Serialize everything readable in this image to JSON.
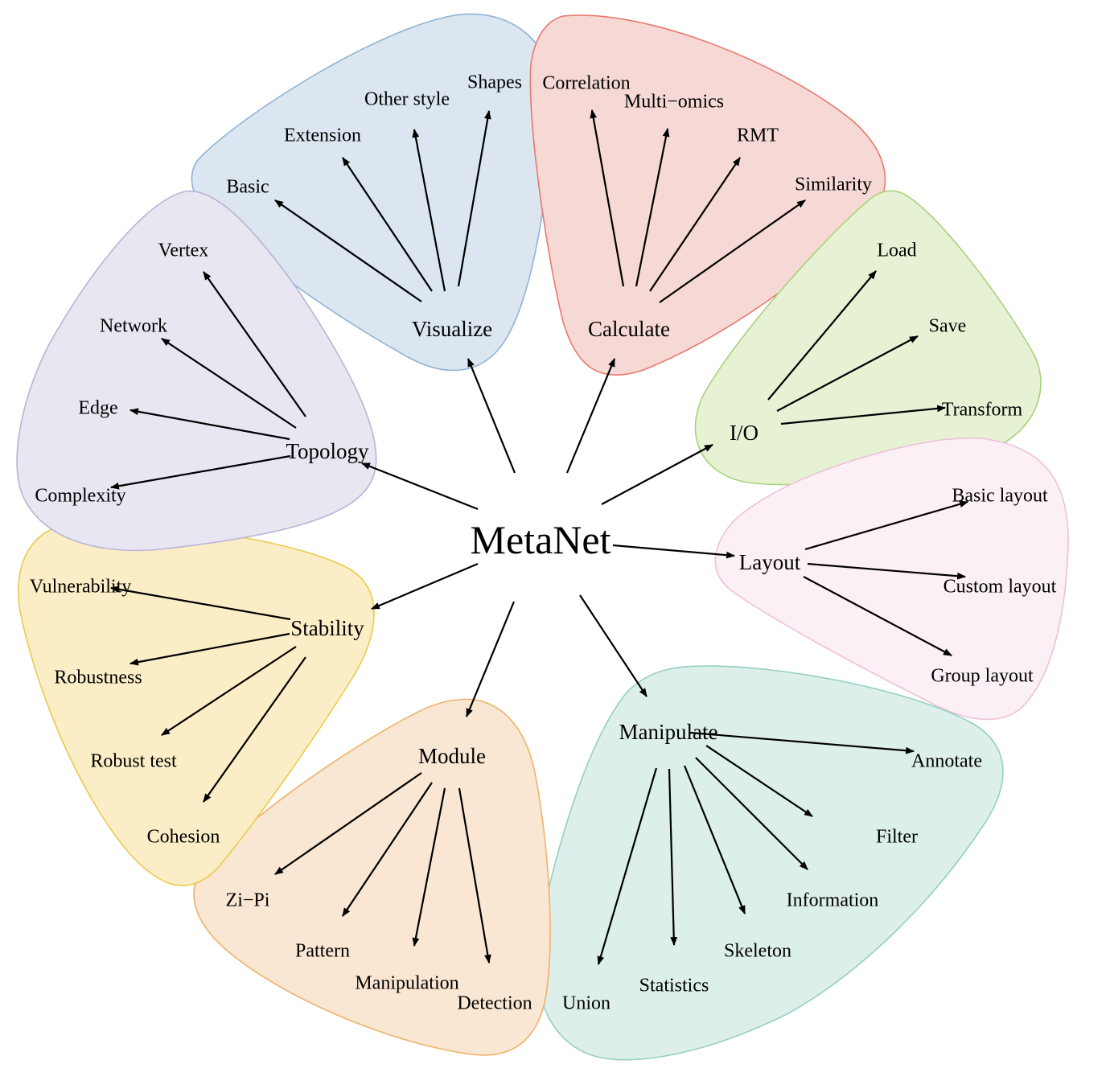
{
  "title": "MetaNet",
  "root": "MetaNet",
  "groups": [
    {
      "name": "Visualize",
      "fill": "#dce6f0",
      "stroke": "#8fb3d6",
      "children": [
        "Basic",
        "Extension",
        "Other style",
        "Shapes"
      ]
    },
    {
      "name": "Calculate",
      "fill": "#f6d9d4",
      "stroke": "#e8796e",
      "children": [
        "Correlation",
        "Multi−omics",
        "RMT",
        "Similarity"
      ]
    },
    {
      "name": "I/O",
      "fill": "#e7f2d5",
      "stroke": "#a8d27a",
      "children": [
        "Load",
        "Save",
        "Transform"
      ]
    },
    {
      "name": "Layout",
      "fill": "#fbf0f5",
      "stroke": "#efc0d8",
      "children": [
        "Basic layout",
        "Custom layout",
        "Group layout"
      ]
    },
    {
      "name": "Manipulate",
      "fill": "#ddefeb",
      "stroke": "#95cfc2",
      "children": [
        "Annotate",
        "Filter",
        "Information",
        "Skeleton",
        "Statistics",
        "Union"
      ]
    },
    {
      "name": "Module",
      "fill": "#f9e6d3",
      "stroke": "#f0b26a",
      "children": [
        "Zi−Pi",
        "Pattern",
        "Manipulation",
        "Detection"
      ]
    },
    {
      "name": "Stability",
      "fill": "#fbeec6",
      "stroke": "#ebca4c",
      "children": [
        "Vulnerability",
        "Robustness",
        "Robust test",
        "Cohesion"
      ]
    },
    {
      "name": "Topology",
      "fill": "#e8e6f0",
      "stroke": "#b8b4d8",
      "children": [
        "Vertex",
        "Network",
        "Edge",
        "Complexity"
      ]
    }
  ]
}
